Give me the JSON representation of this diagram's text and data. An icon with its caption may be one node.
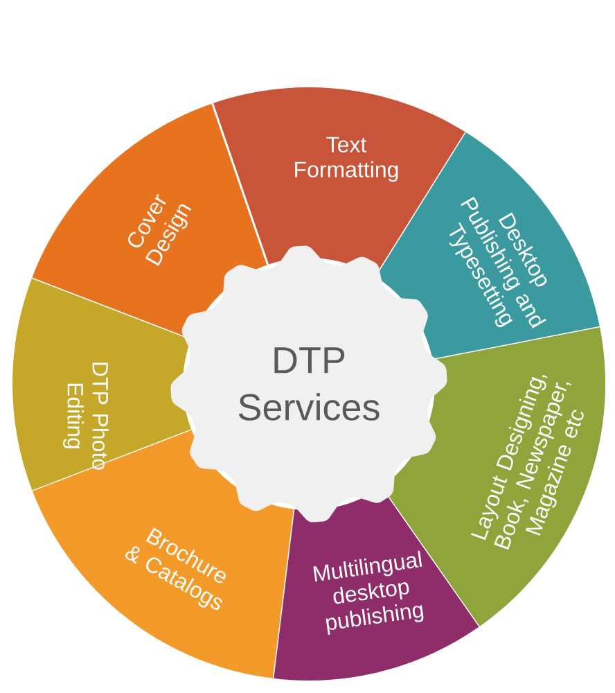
{
  "diagram": {
    "nodes": [
      {
        "text": [
          "DTP Services"
        ]
      },
      {
        "text": [
          "Text Formatting"
        ]
      },
      {
        "text": [
          "Desktop Publishing and Typesetting"
        ]
      },
      {
        "text": [
          "Layout Designing, Book, Newspaper, Magazine etc"
        ]
      },
      {
        "text": [
          "Multilingual desktop publishing"
        ]
      },
      {
        "text": [
          "Brochure & Catalogs"
        ]
      },
      {
        "text": [
          "DTP Photo Editing"
        ]
      },
      {
        "text": [
          "Cover Design"
        ]
      }
    ]
  }
}
